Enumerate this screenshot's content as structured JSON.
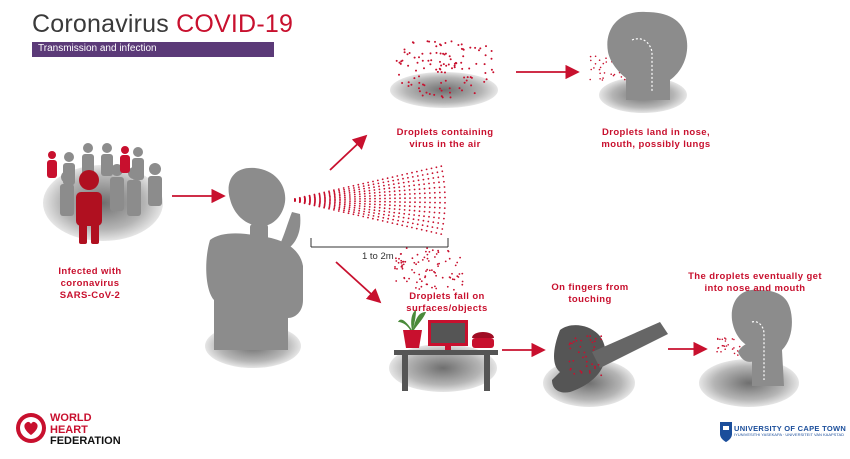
{
  "header": {
    "title_prefix": "Coronavirus",
    "title_highlight": "COVID-19",
    "subtitle": "Transmission and infection"
  },
  "labels": {
    "infected": [
      "Infected with",
      "coronavirus",
      "SARS-CoV-2"
    ],
    "air": [
      "Droplets containing",
      "virus in the air"
    ],
    "land": [
      "Droplets land in nose,",
      "mouth, possibly lungs"
    ],
    "surfaces": [
      "Droplets fall on",
      "surfaces/objects"
    ],
    "fingers": [
      "On fingers from",
      "touching"
    ],
    "eventually": [
      "The droplets eventually get",
      "into nose and mouth"
    ],
    "distance": "1 to 2m"
  },
  "logos": {
    "whf_line1": "WORLD",
    "whf_line2": "HEART",
    "whf_line3": "FEDERATION",
    "uct_name": "UNIVERSITY OF CAPE TOWN",
    "uct_sub": "IYUNIVESITHI YASEKAPA · UNIVERSITEIT VAN KAAPSTAD"
  },
  "colors": {
    "accent": "#c8102e",
    "figure_grey": "#8c8c8c",
    "subtitle_bar": "#5b3a78"
  }
}
